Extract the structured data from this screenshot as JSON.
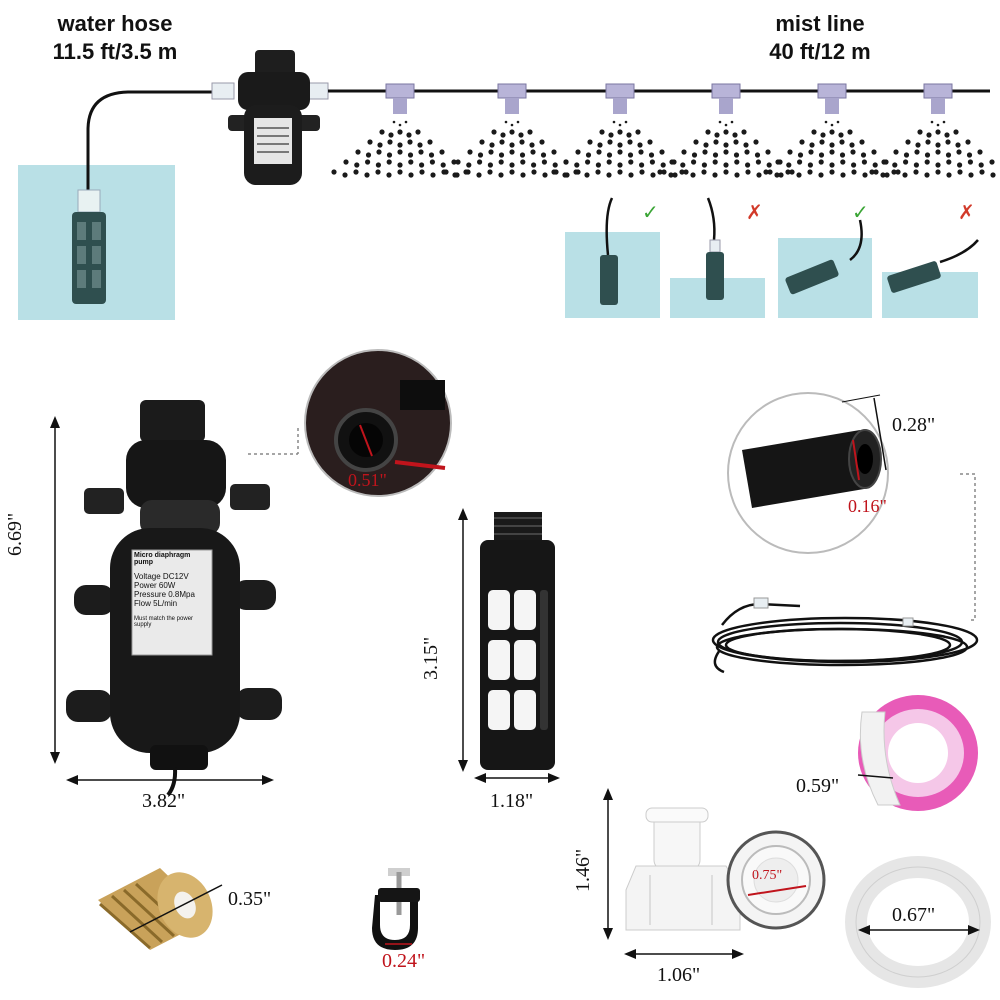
{
  "top": {
    "hose_title_line1": "water hose",
    "hose_title_line2": "11.5 ft/3.5 m",
    "mist_title_line1": "mist line",
    "mist_title_line2": "40 ft/12 m",
    "install_examples": [
      {
        "mark": "✓",
        "ok": true
      },
      {
        "mark": "✗",
        "ok": false
      },
      {
        "mark": "✓",
        "ok": true
      },
      {
        "mark": "✗",
        "ok": false
      }
    ]
  },
  "pump": {
    "label_title": "Micro diaphragm pump",
    "label_rows": [
      "Voltage   DC12V",
      "Power   60W",
      "Pressure   0.8Mpa",
      "Flow   5L/min"
    ],
    "label_footer": "Must match the power supply",
    "height_dim": "6.69\"",
    "width_dim": "3.82\"",
    "port_dim": "0.51\""
  },
  "filter": {
    "height_dim": "3.15\"",
    "width_dim": "1.18\""
  },
  "tube": {
    "outer_dim": "0.28\"",
    "inner_dim": "0.16\""
  },
  "tape": {
    "width_dim": "0.59\""
  },
  "adapter": {
    "height_dim": "1.46\"",
    "width_dim": "1.06\"",
    "inner_dim": "0.75\""
  },
  "nozzle": {
    "dim": "0.35\""
  },
  "clip": {
    "dim": "0.24\""
  },
  "washer": {
    "dim": "0.67\""
  },
  "colors": {
    "water": "#b9e0e6",
    "dim_red": "#c0141c",
    "check_green": "#3aa535",
    "cross_red": "#d23a2a",
    "tape_pink": "#e85bb8"
  }
}
